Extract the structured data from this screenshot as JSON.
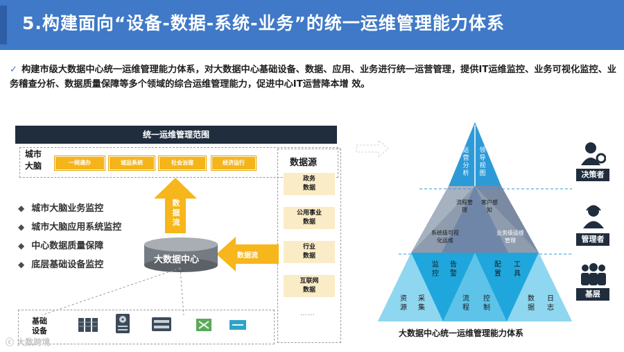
{
  "header": {
    "title": "5.构建面向“设备-数据-系统-业务”的统一运维管理能力体系"
  },
  "intro": {
    "check": "✓",
    "text": "构建市级大数据中心统一运维管理能力体系，对大数据中心基础设备、数据、应用、业务进行统一运营管理，提供IT运维监控、业务可视化监控、业务稽查分析、数据质量保障等多个领域的综合运维管理能力，促进中心IT运营降本增 效。"
  },
  "left_panel": {
    "range_title": "统一运维管理范围",
    "brain_label": "城市大脑",
    "brain_items": [
      "一网通办",
      "城运系统",
      "社会治理",
      "经济运行"
    ],
    "up_flow": "数据流",
    "center": "大数据中心",
    "left_flow": "数据流",
    "monitors": [
      "城市大脑业务监控",
      "城市大脑应用系统监控",
      "中心数据质量保障",
      "底层基础设备监控"
    ],
    "datasource_title": "数据源",
    "datasources": [
      "政务数据",
      "公用事业数据",
      "行业数据",
      "互联网数据"
    ],
    "ellipsis": "……",
    "base_label": "基础设备",
    "device_icons": [
      "server-rack-icon",
      "storage-icon",
      "switch-icon",
      "router-icon",
      "firewall-icon"
    ]
  },
  "pyramid": {
    "top": [
      "运营分析",
      "领导视图"
    ],
    "middle": [
      "流程管理",
      "客户感知",
      "系统级可视化运维",
      "业务级运维管理"
    ],
    "bottom_upper": [
      "监控",
      "告警",
      "配置",
      "工具"
    ],
    "bottom_lower": [
      "资源",
      "采集",
      "流程",
      "控制",
      "数据",
      "日志"
    ],
    "title": "大数据中心统一运维管理能力体系",
    "roles": [
      "决策者",
      "管理者",
      "基层"
    ],
    "colors": {
      "top": "#2d9ad8",
      "middle": "#8f9cae",
      "middle_dark": "#6f86a8",
      "bottom": "#5ec3e8",
      "bottom_dark": "#1fa7dd"
    }
  },
  "watermark": {
    "text": "大数跨境"
  }
}
